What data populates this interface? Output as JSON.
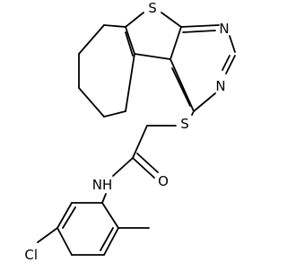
{
  "molecule": {
    "atoms": {
      "s_thiophene": "S",
      "n_upper": "N",
      "n_lower": "N",
      "s_thioether": "S",
      "o_carbonyl": "O",
      "nh_amide": "NH",
      "cl": "Cl"
    }
  }
}
